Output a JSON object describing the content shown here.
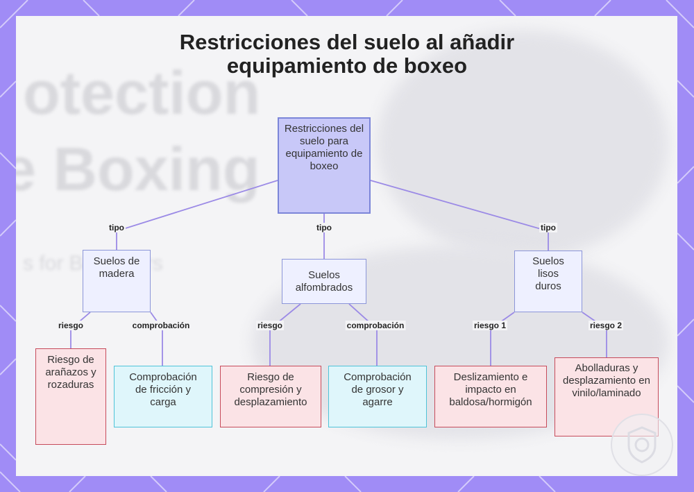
{
  "title_line1": "Restricciones del suelo al añadir",
  "title_line2": "equipamiento de boxeo",
  "background_text": [
    "otection",
    "e Boxing",
    "s for Beginners"
  ],
  "colors": {
    "frame": "#a08cf6",
    "root_fill": "#c8c8f8",
    "type_fill": "#eef0ff",
    "risk_fill": "#fbe3e6",
    "risk_border": "#c64a5a",
    "check_fill": "#dff6fb",
    "check_border": "#4ec3d8",
    "link": "#9b8ae6"
  },
  "nodes": {
    "root": "Restricciones del suelo para equipamiento de boxeo",
    "wood": "Suelos de madera",
    "carpet": "Suelos alfombrados",
    "hard": "Suelos lisos duros",
    "wood_risk": "Riesgo de arañazos y rozaduras",
    "wood_check": "Comprobación de fricción y carga",
    "carpet_risk": "Riesgo de compresión y desplazamiento",
    "carpet_check": "Comprobación de grosor y agarre",
    "hard_risk1": "Deslizamiento e impacto en baldosa/hormigón",
    "hard_risk2": "Abolladuras y desplazamiento en vinilo/laminado"
  },
  "edge_labels": {
    "type_left": "tipo",
    "type_mid": "tipo",
    "type_right": "tipo",
    "wood_risk": "riesgo",
    "wood_check": "comprobación",
    "carpet_risk": "riesgo",
    "carpet_check": "comprobación",
    "hard_risk1": "riesgo 1",
    "hard_risk2": "riesgo 2"
  }
}
